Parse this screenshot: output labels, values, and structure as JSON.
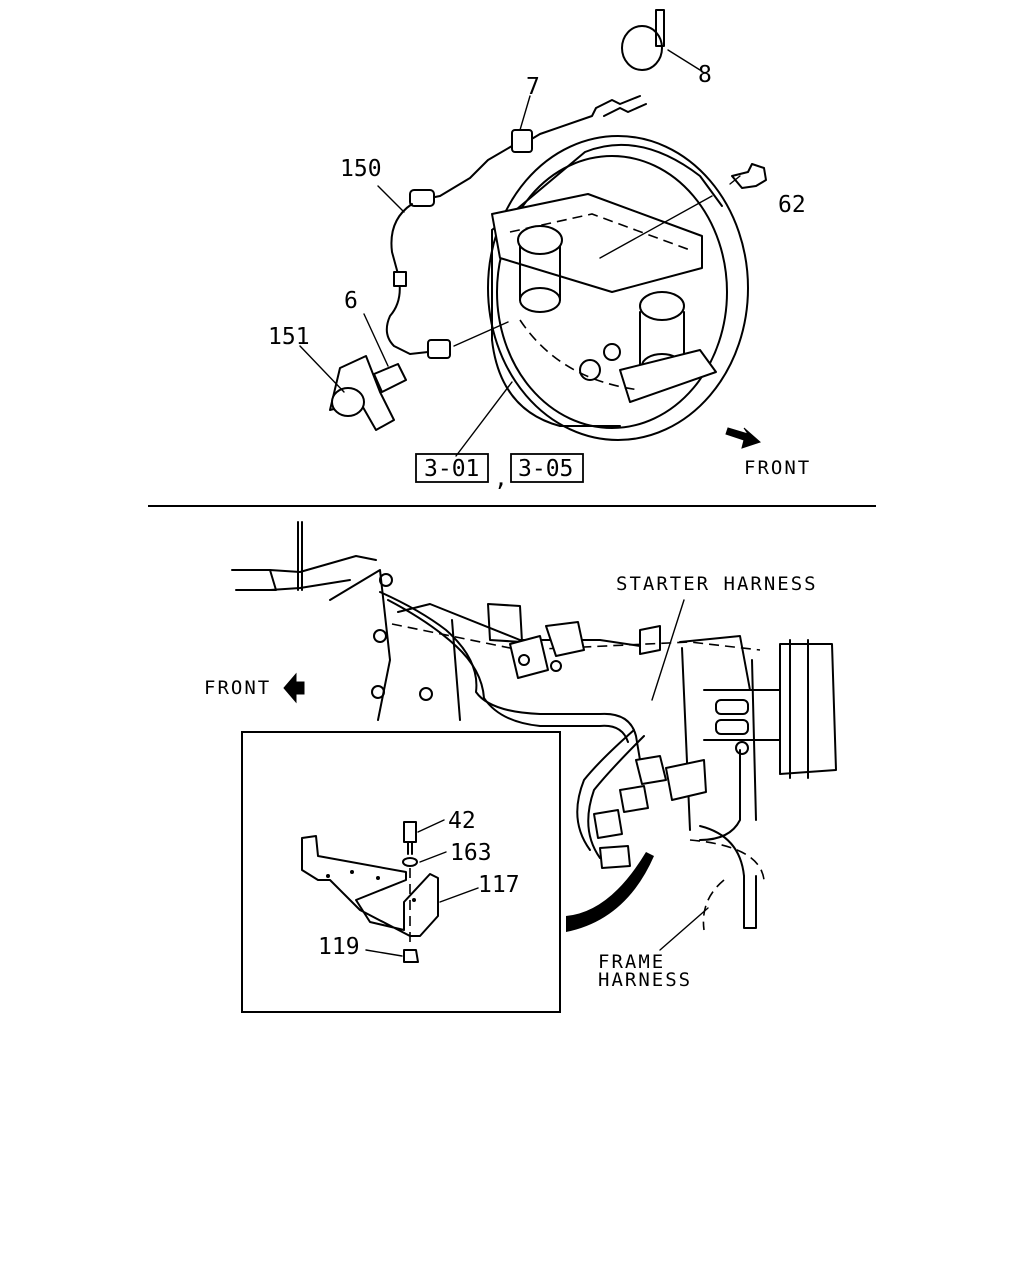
{
  "upper": {
    "callouts": {
      "c7": "7",
      "c8": "8",
      "c150": "150",
      "c62": "62",
      "c6": "6",
      "c151": "151"
    },
    "refs": [
      "3-01",
      "3-05"
    ],
    "ref_separator": ",",
    "front": "FRONT"
  },
  "lower": {
    "front": "FRONT",
    "starter_harness": "STARTER HARNESS",
    "frame_harness_line1": "FRAME",
    "frame_harness_line2": "HARNESS",
    "inset": {
      "c42": "42",
      "c163": "163",
      "c117": "117",
      "c119": "119"
    }
  }
}
